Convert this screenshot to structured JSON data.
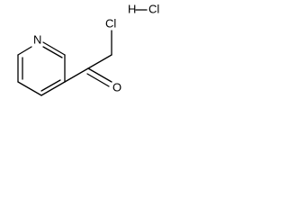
{
  "molecule": {
    "atoms": {
      "nitrogen": "N",
      "carbonyl_oxygen": "O",
      "chloromethyl_chlorine": "Cl",
      "salt_hydrogen": "H",
      "salt_chlorine": "Cl"
    }
  }
}
